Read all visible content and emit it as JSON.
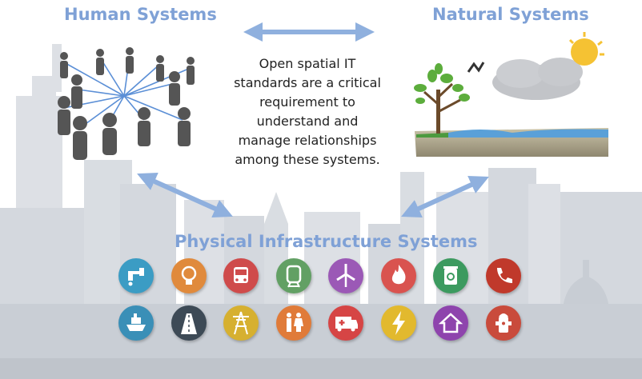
{
  "headings": {
    "human": "Human Systems",
    "natural": "Natural Systems",
    "infrastructure": "Physical Infrastructure Systems"
  },
  "center_text": [
    "Open spatial IT",
    "standards are a critical",
    "requirement to",
    "understand and",
    "manage relationships",
    "among these systems."
  ],
  "colors": {
    "heading": "#7fa1d6",
    "arrow": "#8fb0de",
    "skyline": "#d4d8de"
  },
  "infrastructure_icons": [
    {
      "name": "water-faucet-icon",
      "color": "#3b9cc4"
    },
    {
      "name": "lightbulb-icon",
      "color": "#e08a3c"
    },
    {
      "name": "bus-icon",
      "color": "#cf4b4b"
    },
    {
      "name": "train-icon",
      "color": "#62a064"
    },
    {
      "name": "wind-turbine-icon",
      "color": "#9b59b6"
    },
    {
      "name": "fire-icon",
      "color": "#d9534f"
    },
    {
      "name": "recycling-bin-icon",
      "color": "#3c9a5f"
    },
    {
      "name": "phone-icon",
      "color": "#c0392b"
    },
    {
      "name": "ship-icon",
      "color": "#3a8fb7"
    },
    {
      "name": "road-icon",
      "color": "#3d4a56"
    },
    {
      "name": "power-tower-icon",
      "color": "#d6b030"
    },
    {
      "name": "restroom-icon",
      "color": "#e07b39"
    },
    {
      "name": "ambulance-icon",
      "color": "#d64545"
    },
    {
      "name": "lightning-icon",
      "color": "#e2b92e"
    },
    {
      "name": "house-icon",
      "color": "#8e44ad"
    },
    {
      "name": "fire-hydrant-icon",
      "color": "#c94b3c"
    }
  ]
}
